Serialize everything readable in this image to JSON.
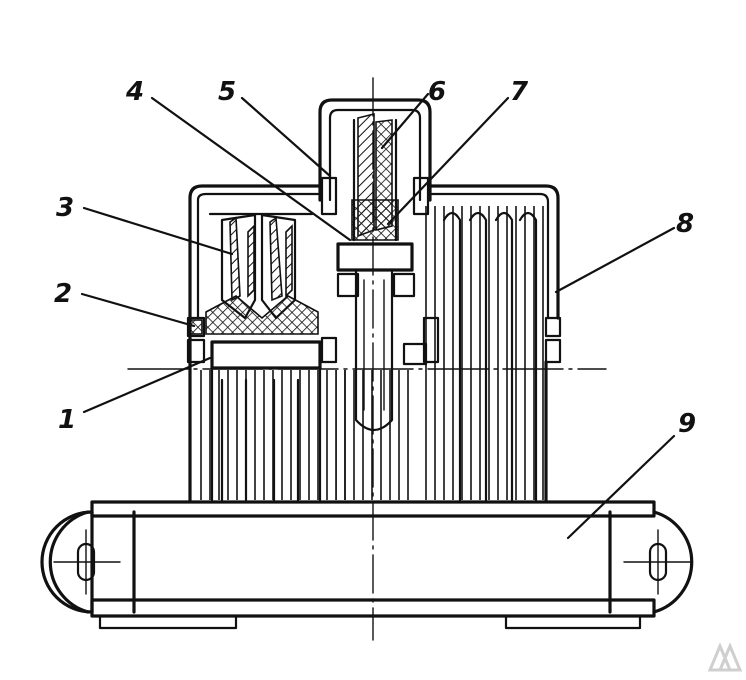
{
  "diagram": {
    "callouts": [
      {
        "label": "1"
      },
      {
        "label": "2"
      },
      {
        "label": "3"
      },
      {
        "label": "4"
      },
      {
        "label": "5"
      },
      {
        "label": "6"
      },
      {
        "label": "7"
      },
      {
        "label": "8"
      },
      {
        "label": "9"
      }
    ]
  },
  "watermark": {
    "icon": "logo-mark-icon",
    "color": "#cfcfcf"
  }
}
